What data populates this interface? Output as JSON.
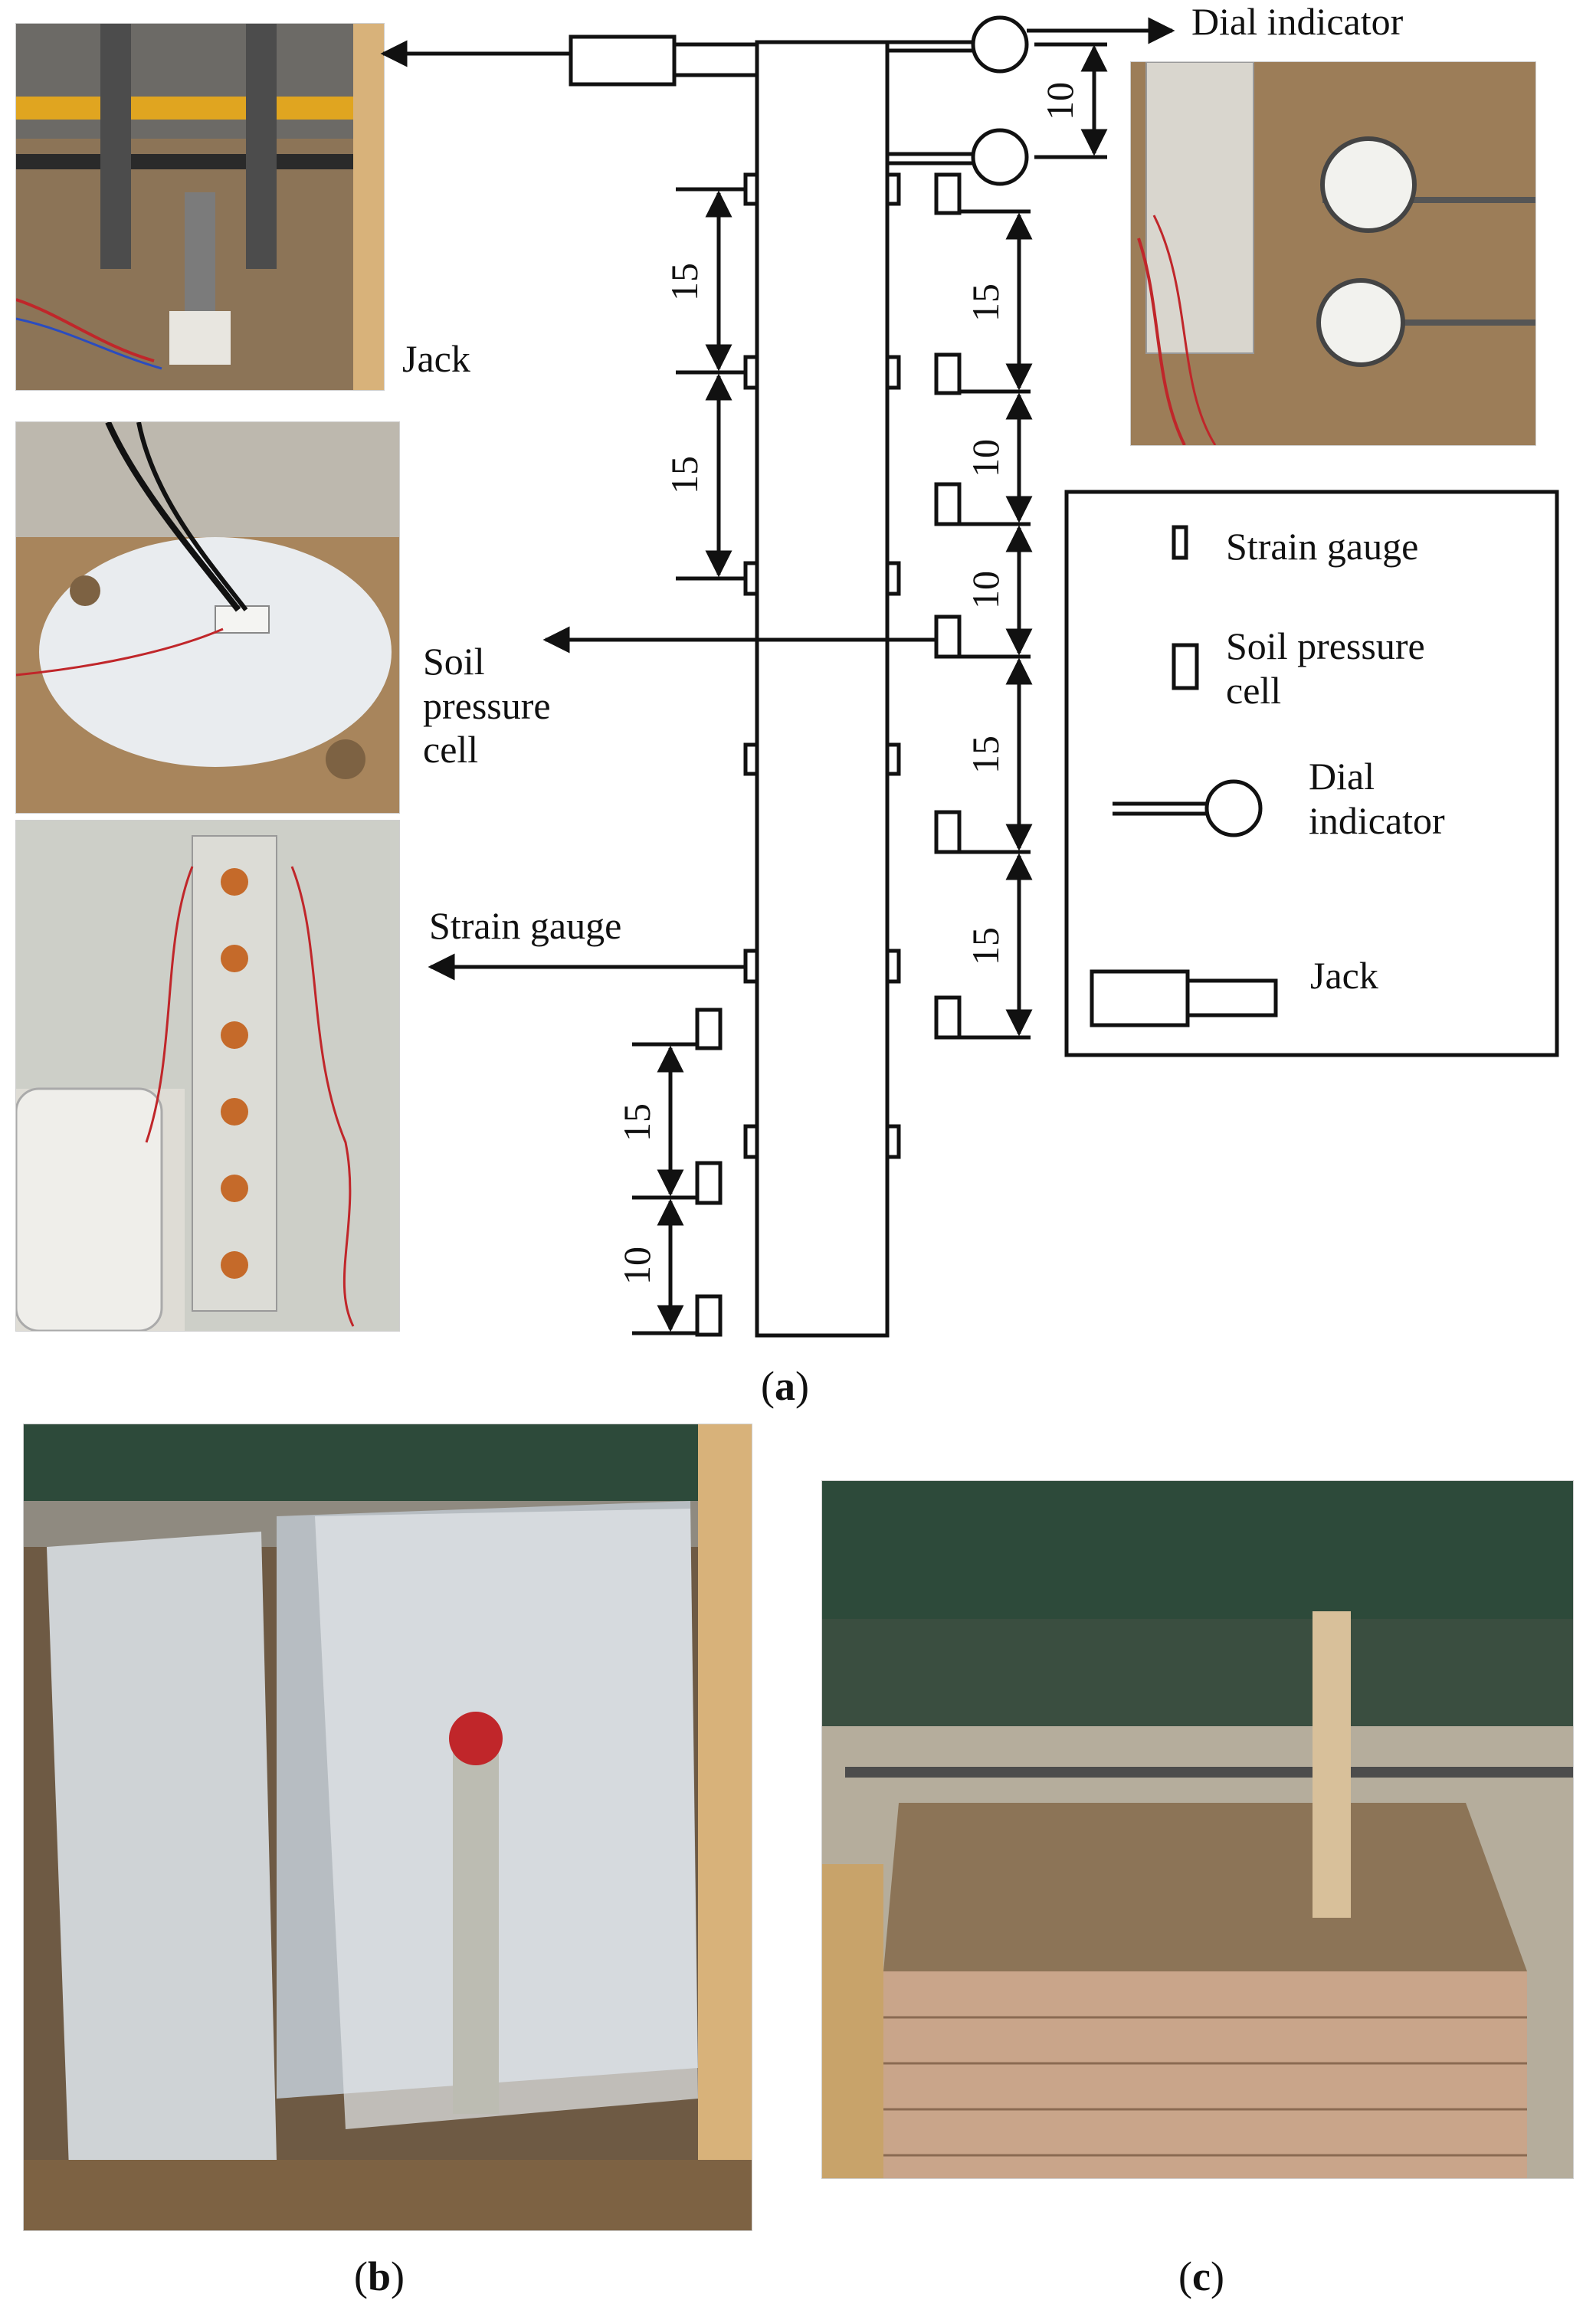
{
  "labels": {
    "jack": "Jack",
    "dial_indicator": "Dial indicator",
    "soil_pressure_cell_lines": [
      "Soil",
      "pressure",
      "cell"
    ],
    "strain_gauge": "Strain gauge"
  },
  "dimensions": {
    "left_upper": [
      "15",
      "15"
    ],
    "left_lower": [
      "15",
      "10"
    ],
    "right_top": "10",
    "right_column": [
      "15",
      "10",
      "10",
      "15",
      "15"
    ]
  },
  "legend": {
    "strain_gauge": "Strain gauge",
    "soil_pressure_cell_lines": [
      "Soil pressure",
      "cell"
    ],
    "dial_indicator_lines": [
      "Dial",
      "indicator"
    ],
    "jack": "Jack"
  },
  "captions": {
    "a": "a",
    "b": "b",
    "c": "c"
  },
  "colors": {
    "line": "#111111",
    "soil": "#9a7a55",
    "steel": "#b9b9b4",
    "wire_red": "#c0262a",
    "board_green": "#2d4a3a",
    "brick": "#c9a58a",
    "wood": "#c8a36a"
  }
}
